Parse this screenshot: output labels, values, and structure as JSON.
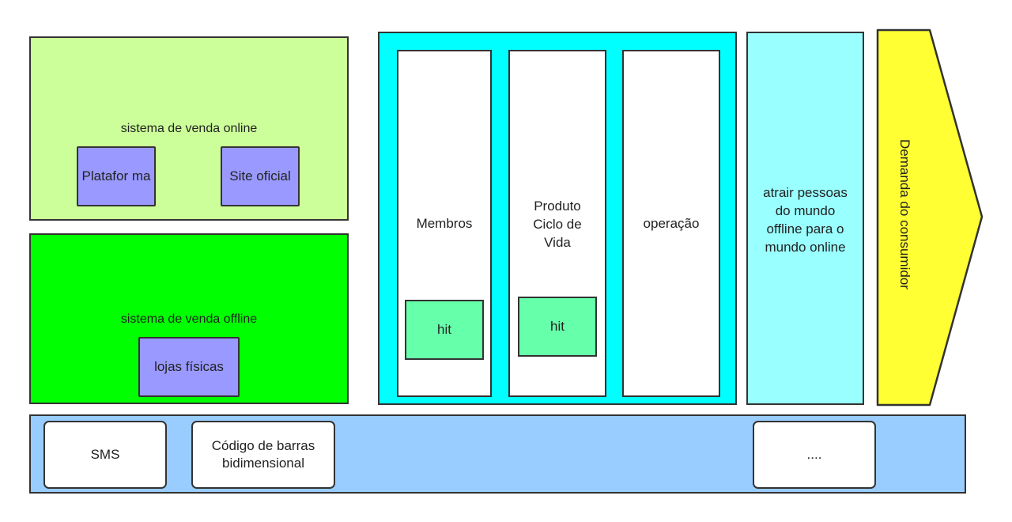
{
  "online": {
    "title": "sistema de venda online",
    "items": [
      "Platafor ma",
      "Site oficial"
    ]
  },
  "offline": {
    "title": "sistema de venda offline",
    "items": [
      "lojas físicas"
    ]
  },
  "center": {
    "columns": [
      {
        "label": "Membros",
        "hit": "hit"
      },
      {
        "label": "Produto Ciclo de Vida",
        "hit": "hit"
      },
      {
        "label": "operação"
      }
    ]
  },
  "attract": {
    "label": "atrair pessoas do mundo offline para o mundo online"
  },
  "demand": {
    "label": "Demanda do consumidor"
  },
  "bottom": {
    "items": [
      "SMS",
      "Código de barras bidimensional",
      "...."
    ]
  },
  "colors": {
    "online_bg": "#ccff99",
    "offline_bg": "#00ff00",
    "inner_box": "#9999ff",
    "center_bg": "#00ffff",
    "hit_bg": "#66ffaa",
    "attract_bg": "#99ffff",
    "arrow_bg": "#ffff33",
    "bottom_bg": "#99ccff"
  }
}
